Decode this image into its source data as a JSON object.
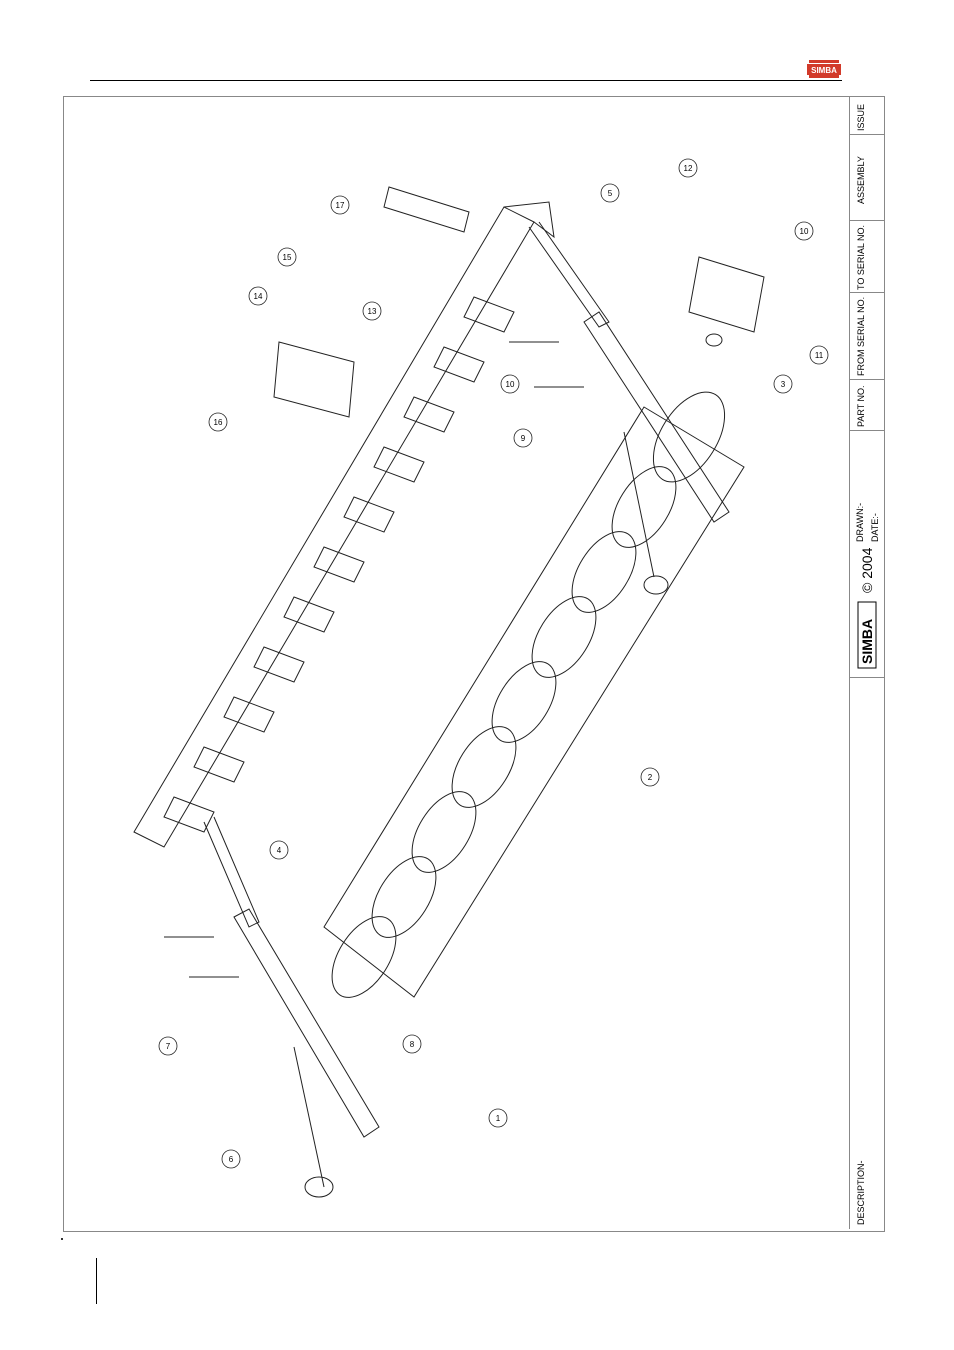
{
  "brand": {
    "logo_text": "SIMBA",
    "copyright": "© 2004"
  },
  "title_block": {
    "issue_label": "ISSUE",
    "assembly_label": "ASSEMBLY",
    "to_serial_label": "TO SERIAL NO.",
    "from_serial_label": "FROM SERIAL NO.",
    "part_no_label": "PART NO.",
    "drawn_label": "DRAWN:-",
    "date_label": "DATE:-",
    "description_label": "DESCRIPTION-"
  },
  "callouts": [
    "1",
    "2",
    "3",
    "4",
    "5",
    "6",
    "7",
    "8",
    "9",
    "10",
    "10",
    "11",
    "12",
    "13",
    "14",
    "15",
    "16",
    "17"
  ]
}
